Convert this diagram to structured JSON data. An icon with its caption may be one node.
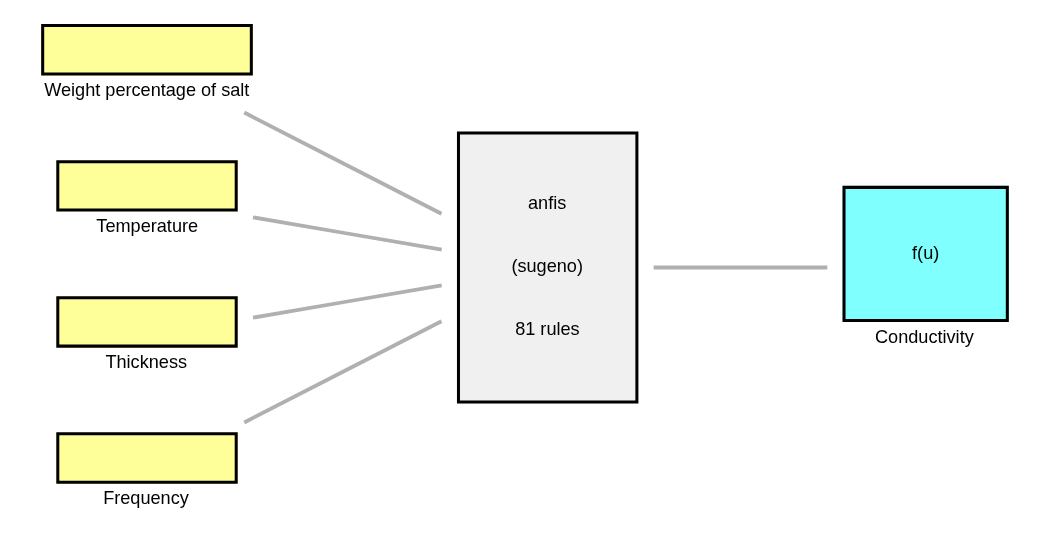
{
  "diagram": {
    "nodes": [
      {
        "text": [],
        "shape": "box",
        "beside": [
          "Weight percentage of salt"
        ]
      },
      {
        "text": [],
        "shape": "box",
        "beside": [
          "Temperature"
        ]
      },
      {
        "text": [],
        "shape": "box",
        "beside": [
          "Thickness"
        ]
      },
      {
        "text": [],
        "shape": "box",
        "beside": [
          "Frequency"
        ]
      },
      {
        "text": [
          "anfis",
          "(sugeno)",
          "81 rules"
        ]
      },
      {
        "text": [
          "f(u)"
        ],
        "beside": [
          "Conductivity"
        ]
      }
    ],
    "edges": [
      {
        "from": 0,
        "to": 4,
        "arrow": "none"
      },
      {
        "from": 1,
        "to": 4,
        "arrow": "none"
      },
      {
        "from": 2,
        "to": 4,
        "arrow": "none"
      },
      {
        "from": 3,
        "to": 4,
        "arrow": "none"
      },
      {
        "from": 4,
        "to": 5,
        "arrow": "none"
      }
    ]
  }
}
